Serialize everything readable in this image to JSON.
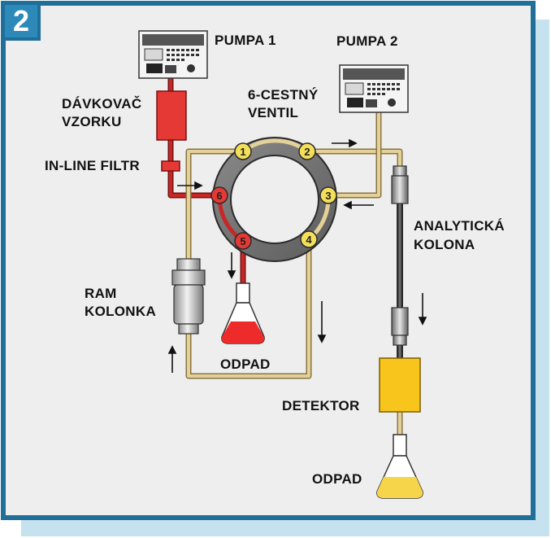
{
  "panel_number": "2",
  "labels": {
    "pump1": "PUMPA 1",
    "pump2": "PUMPA 2",
    "sampler_line1": "DÁVKOVAČ",
    "sampler_line2": "VZORKU",
    "valve_line1": "6-CESTNÝ",
    "valve_line2": "VENTIL",
    "filter": "IN-LINE FILTR",
    "ram_line1": "RAM",
    "ram_line2": "KOLONKA",
    "waste_1": "ODPAD",
    "column_line1": "ANALYTICKÁ",
    "column_line2": "KOLONA",
    "detector": "DETEKTOR",
    "waste_2": "ODPAD"
  },
  "ports": [
    "1",
    "2",
    "3",
    "4",
    "5",
    "6"
  ],
  "colors": {
    "panel_background": "#eeeeee",
    "frame": "#1f6f9a",
    "shadow": "#c7e2ef",
    "badge": "#2d8ab8",
    "valve_ring": "#6f6f6f",
    "tube_tan": "#d9c48a",
    "tube_red": "#b22222",
    "sampler_red": "#e53935",
    "port_yellow": "#f3df5a",
    "detector_yellow": "#f7c51c",
    "waste_red": "#ee2b2b",
    "waste_yellow": "#f6d54a"
  }
}
